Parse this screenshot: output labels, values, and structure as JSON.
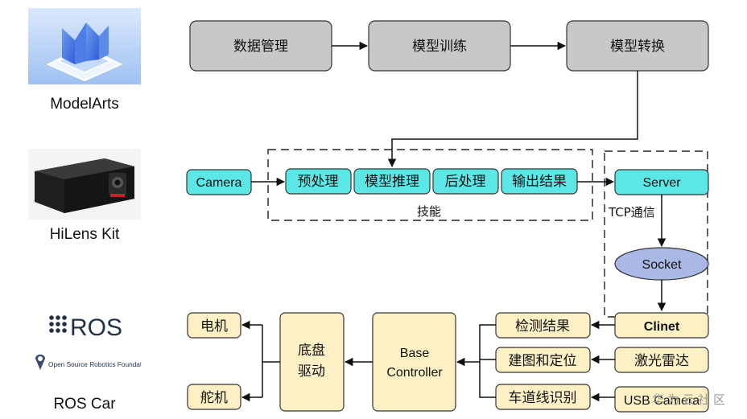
{
  "side_labels": {
    "modelarts": "ModelArts",
    "hilens": "HiLens Kit",
    "ros_car": "ROS Car"
  },
  "ros_logo": {
    "text": "ROS",
    "foundation": "Open Source Robotics Foundation"
  },
  "pipeline": {
    "data_mgmt": "数据管理",
    "train": "模型训练",
    "convert": "模型转换"
  },
  "hilens_flow": {
    "camera": "Camera",
    "preprocess": "预处理",
    "inference": "模型推理",
    "postprocess": "后处理",
    "output": "输出结果",
    "skill_label": "技能"
  },
  "comm": {
    "server": "Server",
    "tcp": "TCP通信",
    "socket": "Socket",
    "client": "Clinet"
  },
  "ros_flow": {
    "motor": "电机",
    "steering": "舵机",
    "chassis_line1": "底盘",
    "chassis_line2": "驱动",
    "base_line1": "Base",
    "base_line2": "Controller",
    "detect_result": "检测结果",
    "mapping": "建图和定位",
    "lane": "车道线识别",
    "lidar": "激光雷达",
    "usb_camera": "USB Camera"
  },
  "watermark": "华为云社区",
  "colors": {
    "gray_box": "#c8c8c8",
    "cyan_box": "#5ce6e6",
    "socket_ellipse": "#a9b8e4",
    "cream_box": "#fdf0c5",
    "line": "#111111"
  }
}
